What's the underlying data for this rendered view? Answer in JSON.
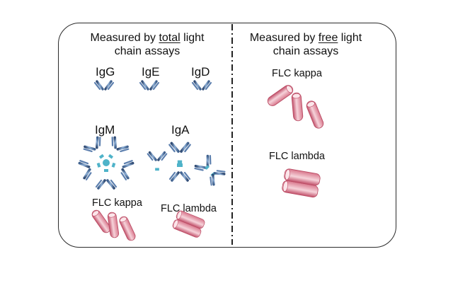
{
  "panels": {
    "total": {
      "heading_pre": "Measured by ",
      "heading_em": "total",
      "heading_post": " light",
      "heading_line2": "chain assays",
      "labels": {
        "igg": "IgG",
        "ige": "IgE",
        "igd": "IgD",
        "igm": "IgM",
        "iga": "IgA",
        "flc_kappa": "FLC kappa",
        "flc_lambda": "FLC lambda"
      }
    },
    "free": {
      "heading_pre": "Measured by ",
      "heading_em": "free",
      "heading_post": " light",
      "heading_line2": "chain assays",
      "labels": {
        "flc_kappa": "FLC kappa",
        "flc_lambda": "FLC lambda"
      }
    }
  },
  "colors": {
    "antibody": "#4f6f9a",
    "antibody_dark": "#2c4770",
    "antibody_accent": "#4fb3c9",
    "flc": "#e7a2ae",
    "flc_dark": "#c2506a",
    "divider": "#222222",
    "frame": "#2b2b2b"
  },
  "icons": [
    "antibody-icon",
    "igm-pentamer-icon",
    "iga-dimer-icon",
    "flc-kappa-monomer-icon",
    "flc-lambda-dimer-icon"
  ]
}
